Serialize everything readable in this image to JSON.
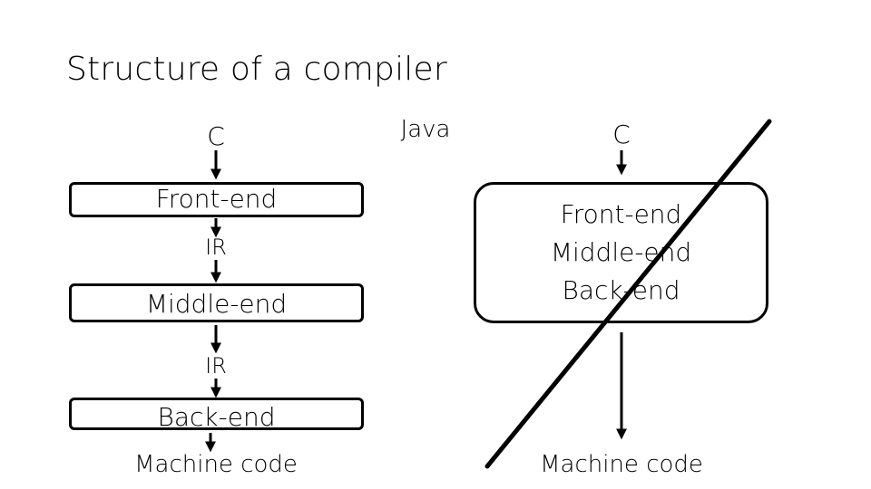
{
  "title": "Structure of a compiler",
  "left_pipeline": {
    "input": "C",
    "front_end": "Front-end",
    "ir_1": "IR",
    "middle_end": "Middle-end",
    "ir_2": "IR",
    "back_end": "Back-end",
    "output": "Machine code"
  },
  "java_label": "Java",
  "right_pipeline": {
    "input": "C",
    "combined": [
      "Front-end",
      "Middle-end",
      "Back-end"
    ],
    "output": "Machine code",
    "crossed_out": true
  }
}
